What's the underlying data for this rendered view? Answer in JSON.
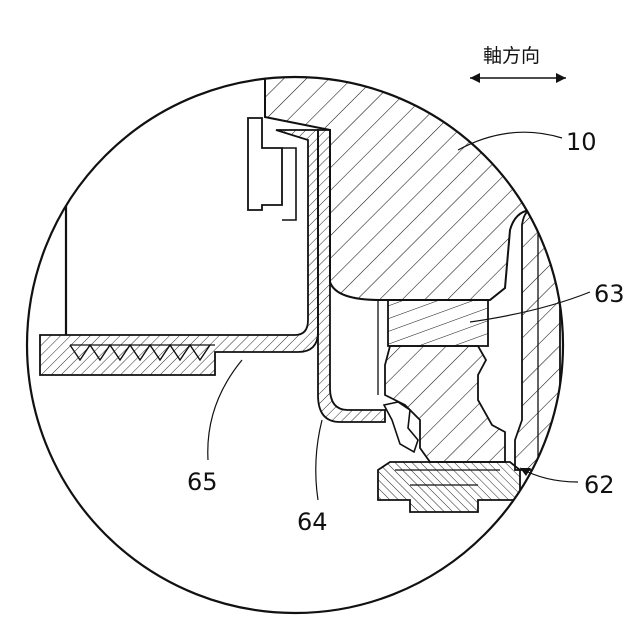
{
  "direction_label": "軸方向",
  "labels": {
    "ref_10": "10",
    "ref_62": "62",
    "ref_63": "63",
    "ref_64": "64",
    "ref_65": "65"
  },
  "colors": {
    "line": "#111111",
    "background": "#ffffff"
  }
}
